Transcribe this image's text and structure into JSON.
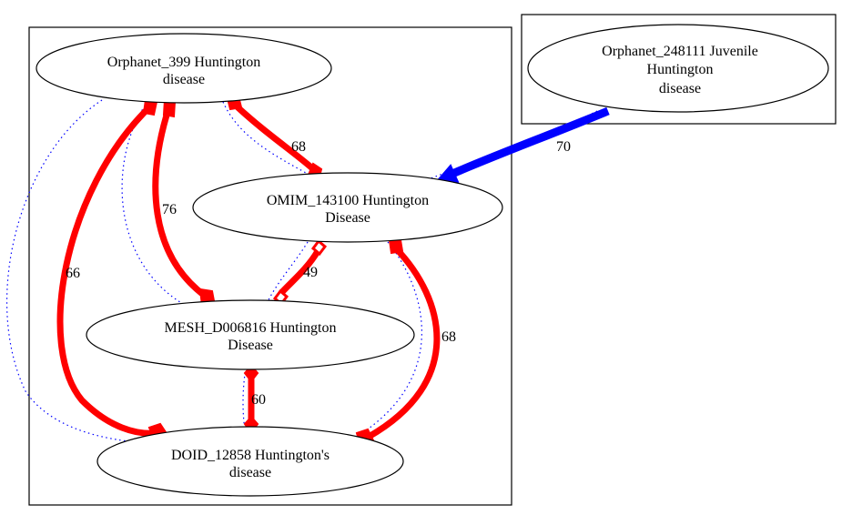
{
  "nodes": {
    "orphanet_399": {
      "lines": [
        "Orphanet_399 Huntington",
        "disease"
      ]
    },
    "orphanet_248111": {
      "lines": [
        "Orphanet_248111 Juvenile",
        "Huntington",
        "disease"
      ]
    },
    "omim_143100": {
      "lines": [
        "OMIM_143100 Huntington",
        "Disease"
      ]
    },
    "mesh_d006816": {
      "lines": [
        "MESH_D006816 Huntington",
        "Disease"
      ]
    },
    "doid_12858": {
      "lines": [
        "DOID_12858 Huntington's",
        "disease"
      ]
    }
  },
  "edges": {
    "orphanet399_omim": "68",
    "orphanet399_mesh": "76",
    "orphanet399_doid": "66",
    "orphanet248111_omim": "70",
    "omim_mesh": "49",
    "omim_doid": "68",
    "mesh_doid": "60"
  },
  "colors": {
    "strong_edge": "#ff0000",
    "cross_cluster_edge": "#0000ff",
    "weak_link": "#0000ff"
  }
}
